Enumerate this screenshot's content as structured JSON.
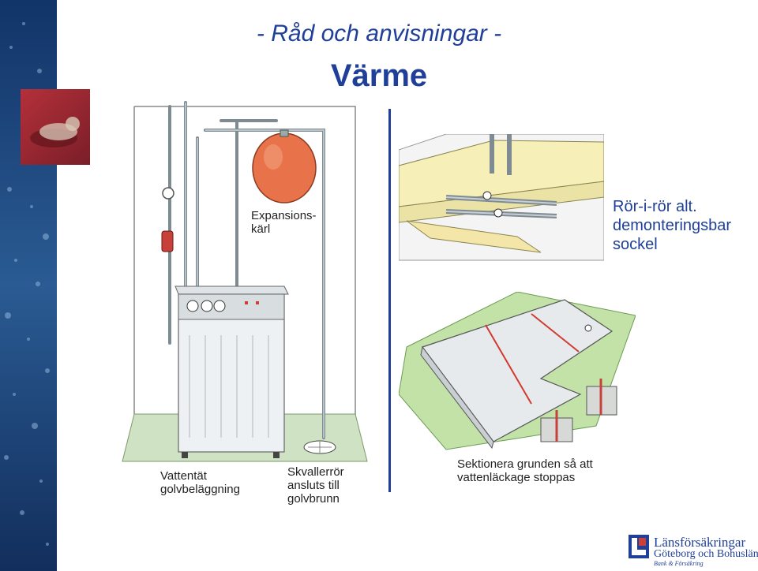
{
  "header": {
    "subtitle": "- Råd och anvisningar -",
    "title": "Värme"
  },
  "labels": {
    "expansion_tank": "Expansions-\nkärl",
    "floor": "Vattentät\ngolvbeläggning",
    "overflow": "Skvallerrör\nansluts till\ngolvbrunn",
    "pipe_in_pipe": "Rör-i-rör alt.\ndemonteringsbar\nsockel",
    "foundation": "Sektionera grunden så att\nvattenläckage stoppas"
  },
  "logo": {
    "name": "Länsförsäkringar",
    "region": "Göteborg och Bohuslän",
    "tagline": "Bank & Försäkring"
  },
  "colors": {
    "title": "#1f3f98",
    "sidebar": "#1c3f73",
    "accent_red": "#b4303a",
    "tank": "#e8734a"
  }
}
